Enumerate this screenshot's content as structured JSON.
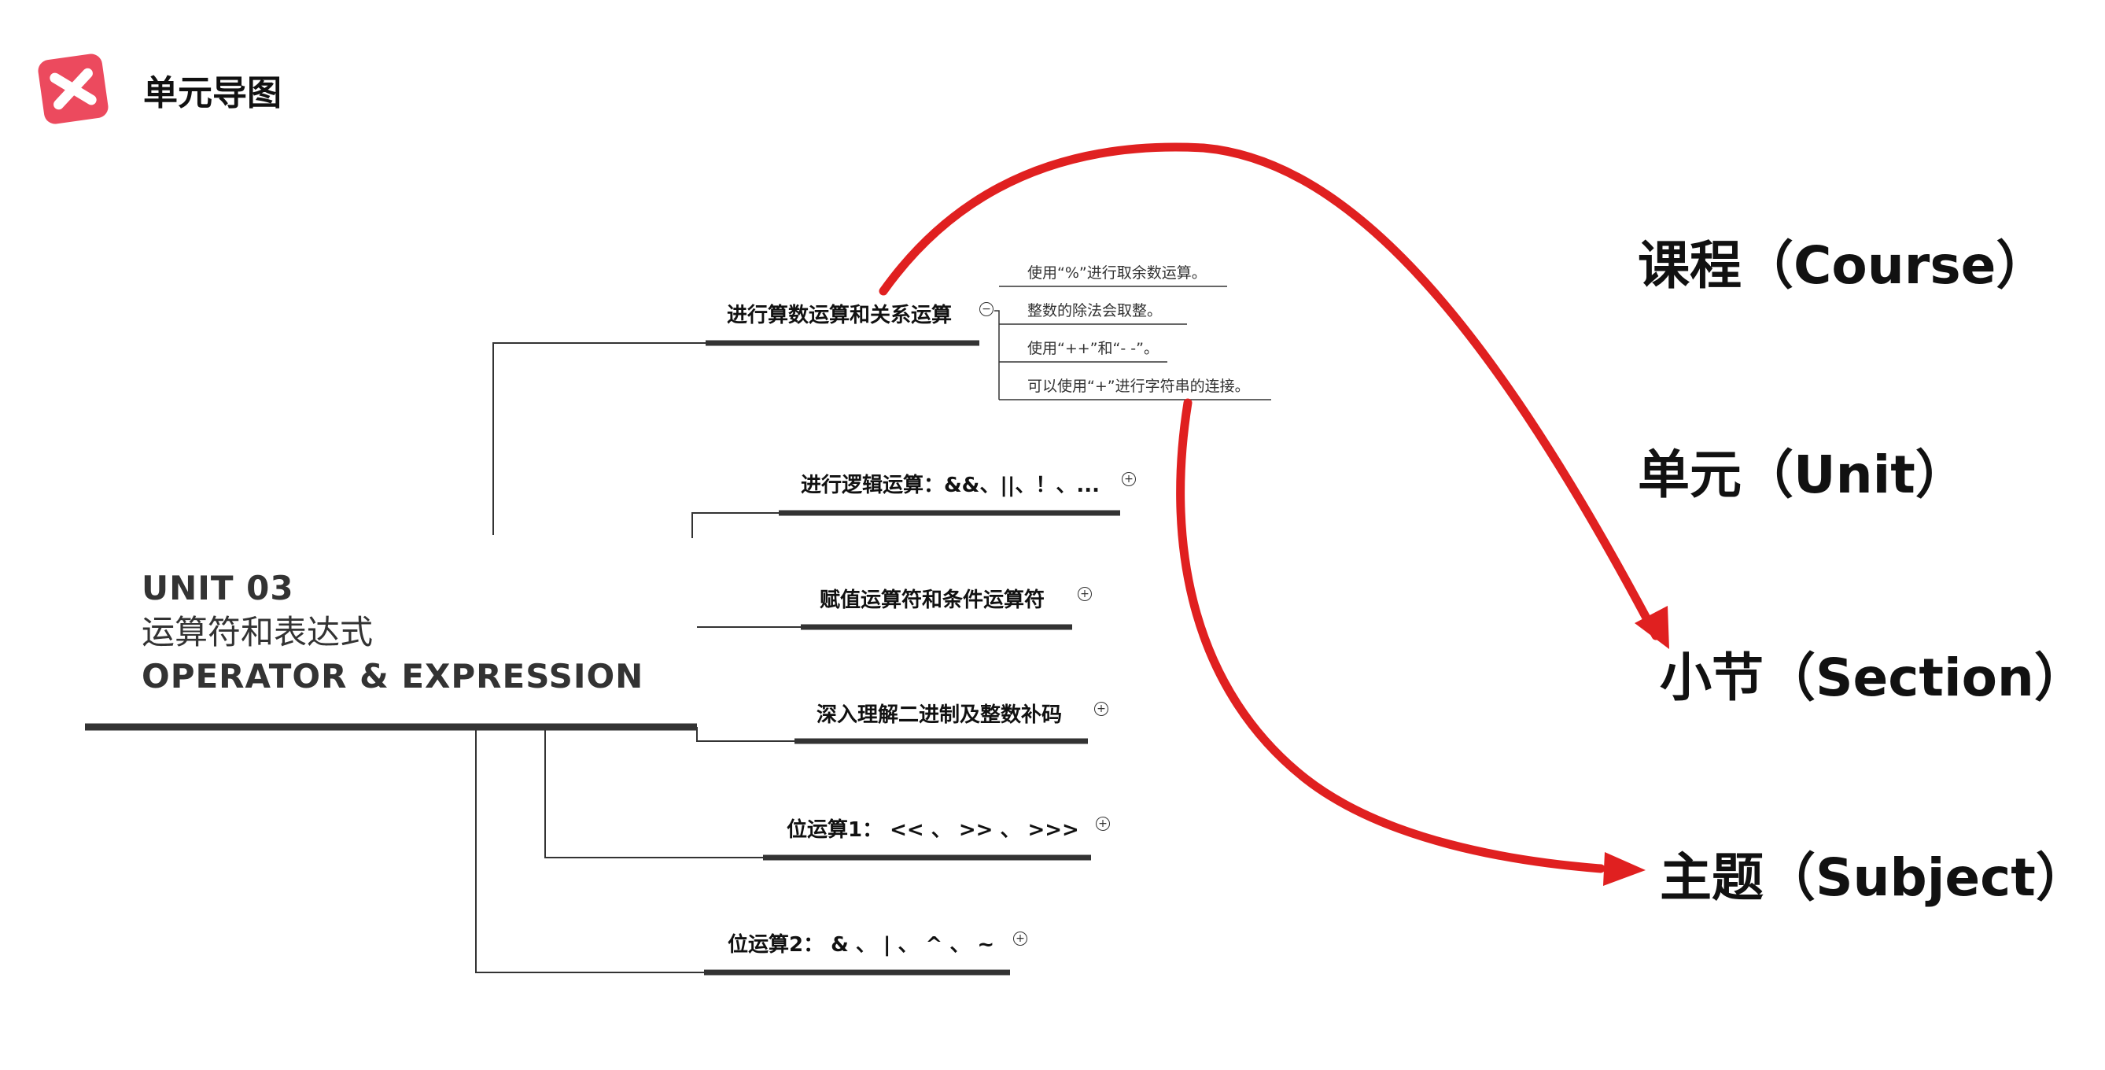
{
  "app": {
    "title": "单元导图",
    "logo_icon": "xmind-logo-icon"
  },
  "root": {
    "line1": "UNIT 03",
    "line2": "运算符和表达式",
    "line3": "OPERATOR & EXPRESSION"
  },
  "topics": [
    {
      "label": "进行算数运算和关系运算",
      "toggle": "−",
      "subtopics": [
        "使用“%”进行取余数运算。",
        "整数的除法会取整。",
        "使用“++”和“- -”。",
        "可以使用“+”进行字符串的连接。"
      ]
    },
    {
      "label": "进行逻辑运算：&&、||、！、...",
      "toggle": "+"
    },
    {
      "label": "赋值运算符和条件运算符",
      "toggle": "+"
    },
    {
      "label": "深入理解二进制及整数补码",
      "toggle": "+"
    },
    {
      "label": "位运算1： << 、 >> 、 >>>",
      "toggle": "+"
    },
    {
      "label": "位运算2： & 、 | 、  ^ 、 ~",
      "toggle": "+"
    }
  ],
  "legend": {
    "course": "课程（Course）",
    "unit": "单元（Unit）",
    "section": "小节（Section）",
    "subject": "主题（Subject）"
  },
  "colors": {
    "arrow": "#e02020",
    "logo": "#ec4a5e",
    "line": "#333333"
  }
}
